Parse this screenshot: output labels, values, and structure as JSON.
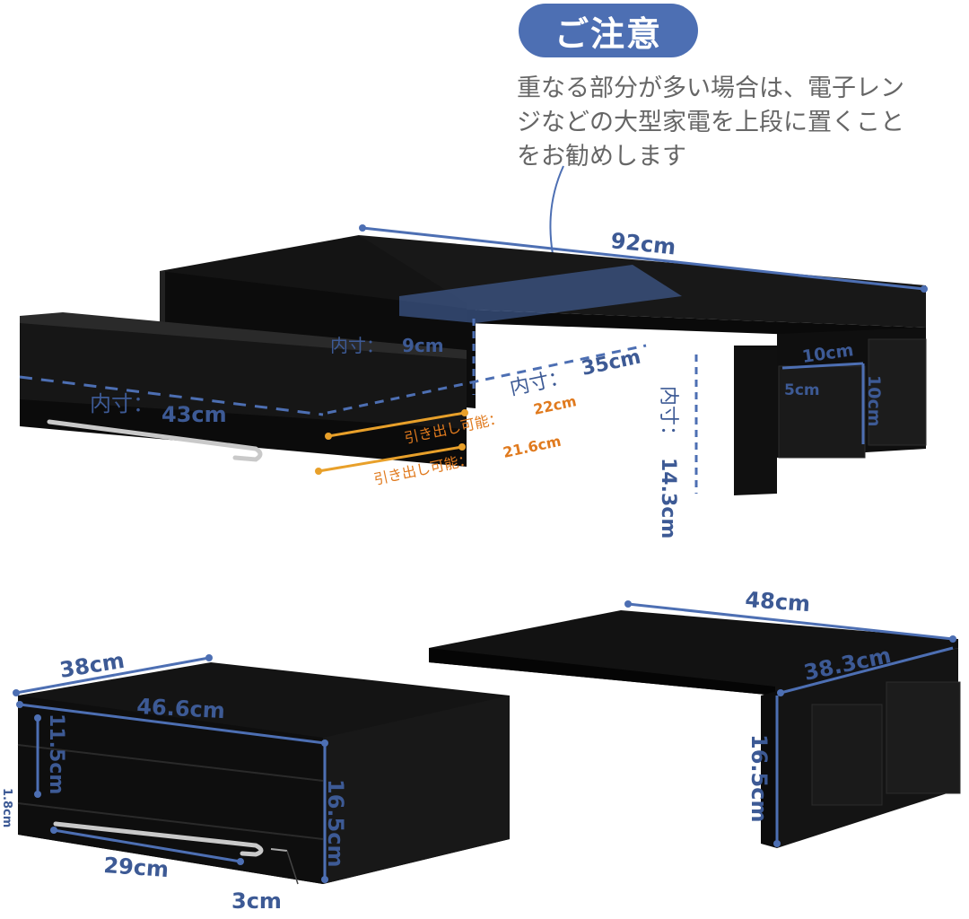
{
  "notice": {
    "badge": "ご注意",
    "lines": [
      "重なる部分が多い場合は、電子レン",
      "ジなどの大型家電を上段に置くこと",
      "をお勧めします"
    ]
  },
  "dimensions": {
    "total_width": "92cm",
    "inner_height_label": "内寸：",
    "inner_height_value": "9cm",
    "inner_depth_label": "内寸：",
    "inner_depth_value": "35cm",
    "inner_width_label": "内寸：",
    "inner_width_value": "43cm",
    "pull_out_1_label": "引き出し可能：",
    "pull_out_1_value": "22cm",
    "pull_out_2_label": "引き出し可能：",
    "pull_out_2_value": "21.6cm",
    "clearance_label": "内寸：",
    "clearance_value": "14.3cm",
    "holder_width": "10cm",
    "holder_depth": "5cm",
    "holder_height": "10cm",
    "drawer_depth": "38cm",
    "drawer_width": "46.6cm",
    "drawer_inner_height": "11.5cm",
    "drawer_foot": "1.8cm",
    "drawer_height": "16.5cm",
    "handle_length": "29cm",
    "handle_offset": "3cm",
    "shelf_width": "48cm",
    "shelf_depth": "38.3cm",
    "shelf_height": "16.5cm"
  },
  "colors": {
    "accent": "#4d6fb3",
    "dimension": "#3d5a95",
    "highlight": "#e07a1e",
    "product": "#121212"
  }
}
